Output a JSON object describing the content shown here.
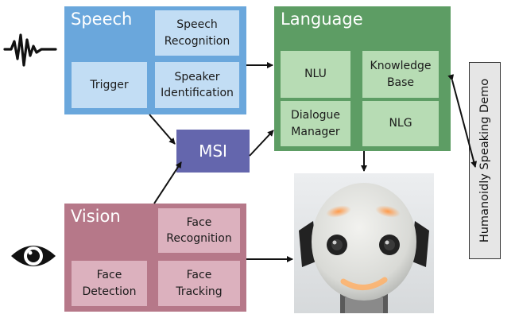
{
  "speech": {
    "title": "Speech",
    "recognition": "Speech\nRecognition",
    "trigger": "Trigger",
    "speaker_id": "Speaker\nIdentification",
    "color": "#6aa7dc",
    "sub_color": "#c2ddf4"
  },
  "vision": {
    "title": "Vision",
    "face_recognition": "Face\nRecognition",
    "face_detection": "Face\nDetection",
    "face_tracking": "Face\nTracking",
    "color": "#b67889",
    "sub_color": "#dcb1be"
  },
  "msi": {
    "label": "MSI",
    "color": "#6466ad"
  },
  "language": {
    "title": "Language",
    "nlu": "NLU",
    "knowledge_base": "Knowledge\nBase",
    "dialogue_manager": "Dialogue\nManager",
    "nlg": "NLG",
    "color": "#5d9d64",
    "sub_color": "#b7dcb4"
  },
  "demo": {
    "label": "Humanoidly Speaking Demo"
  },
  "icons": {
    "speech": "waveform-icon",
    "vision": "eye-icon",
    "robot": "robot-head-photo"
  }
}
